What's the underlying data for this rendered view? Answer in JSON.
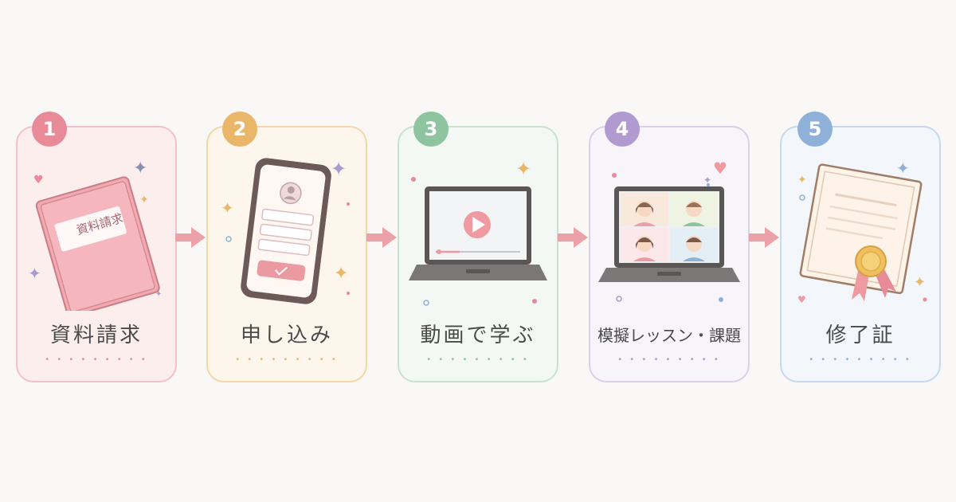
{
  "steps": [
    {
      "number": "1",
      "label": "資料請求",
      "icon": "brochure-icon",
      "color": "#e98a98",
      "bg": "#fdeeee",
      "border": "#f2c2c8",
      "doc_label": "資料請求"
    },
    {
      "number": "2",
      "label": "申し込み",
      "icon": "smartphone-form-icon",
      "color": "#e9b66a",
      "bg": "#fdf6ec",
      "border": "#f3d7a8"
    },
    {
      "number": "3",
      "label": "動画で学ぶ",
      "icon": "laptop-video-icon",
      "color": "#8fc4a0",
      "bg": "#f4f8f4",
      "border": "#c9e2cf"
    },
    {
      "number": "4",
      "label": "模擬レッスン・課題",
      "icon": "laptop-video-call-icon",
      "color": "#b09ad0",
      "bg": "#f7f4fa",
      "border": "#dccfe9"
    },
    {
      "number": "5",
      "label": "修了証",
      "icon": "certificate-icon",
      "color": "#8fb0d8",
      "bg": "#f3f6fb",
      "border": "#c8d8ee"
    }
  ],
  "arrow_color": "#eba1a8",
  "dots": "• • • • • • • • •"
}
